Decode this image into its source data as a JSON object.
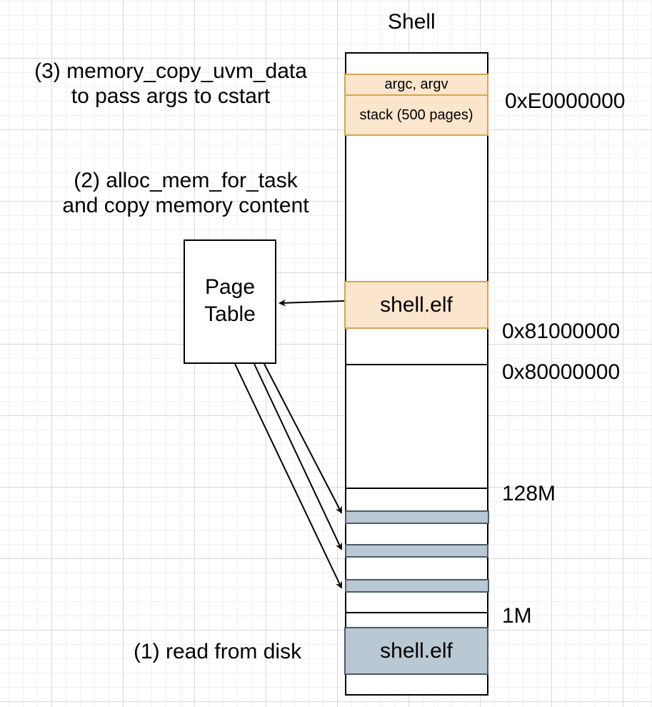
{
  "title": "Shell",
  "memory_column": {
    "argc_block": "argc, argv",
    "stack_block": "stack (500 pages)",
    "shell_elf_virtual": "shell.elf",
    "shell_elf_physical": "shell.elf"
  },
  "address_labels": {
    "addr_e0000000": "0xE0000000",
    "addr_81000000": "0x81000000",
    "addr_80000000": "0x80000000",
    "addr_128m": "128M",
    "addr_1m": "1M"
  },
  "steps": {
    "step3_line1": "(3) memory_copy_uvm_data",
    "step3_line2": "to pass args to cstart",
    "step2_line1": "(2) alloc_mem_for_task",
    "step2_line2": "and copy memory content",
    "step1": "(1) read from disk"
  },
  "page_table": {
    "line1": "Page",
    "line2": "Table"
  },
  "colors": {
    "orange_fill": "#fce5cd",
    "orange_border": "#d6a54b",
    "grey_fill": "#bac8d3",
    "grey_border": "#4a5a6a"
  }
}
